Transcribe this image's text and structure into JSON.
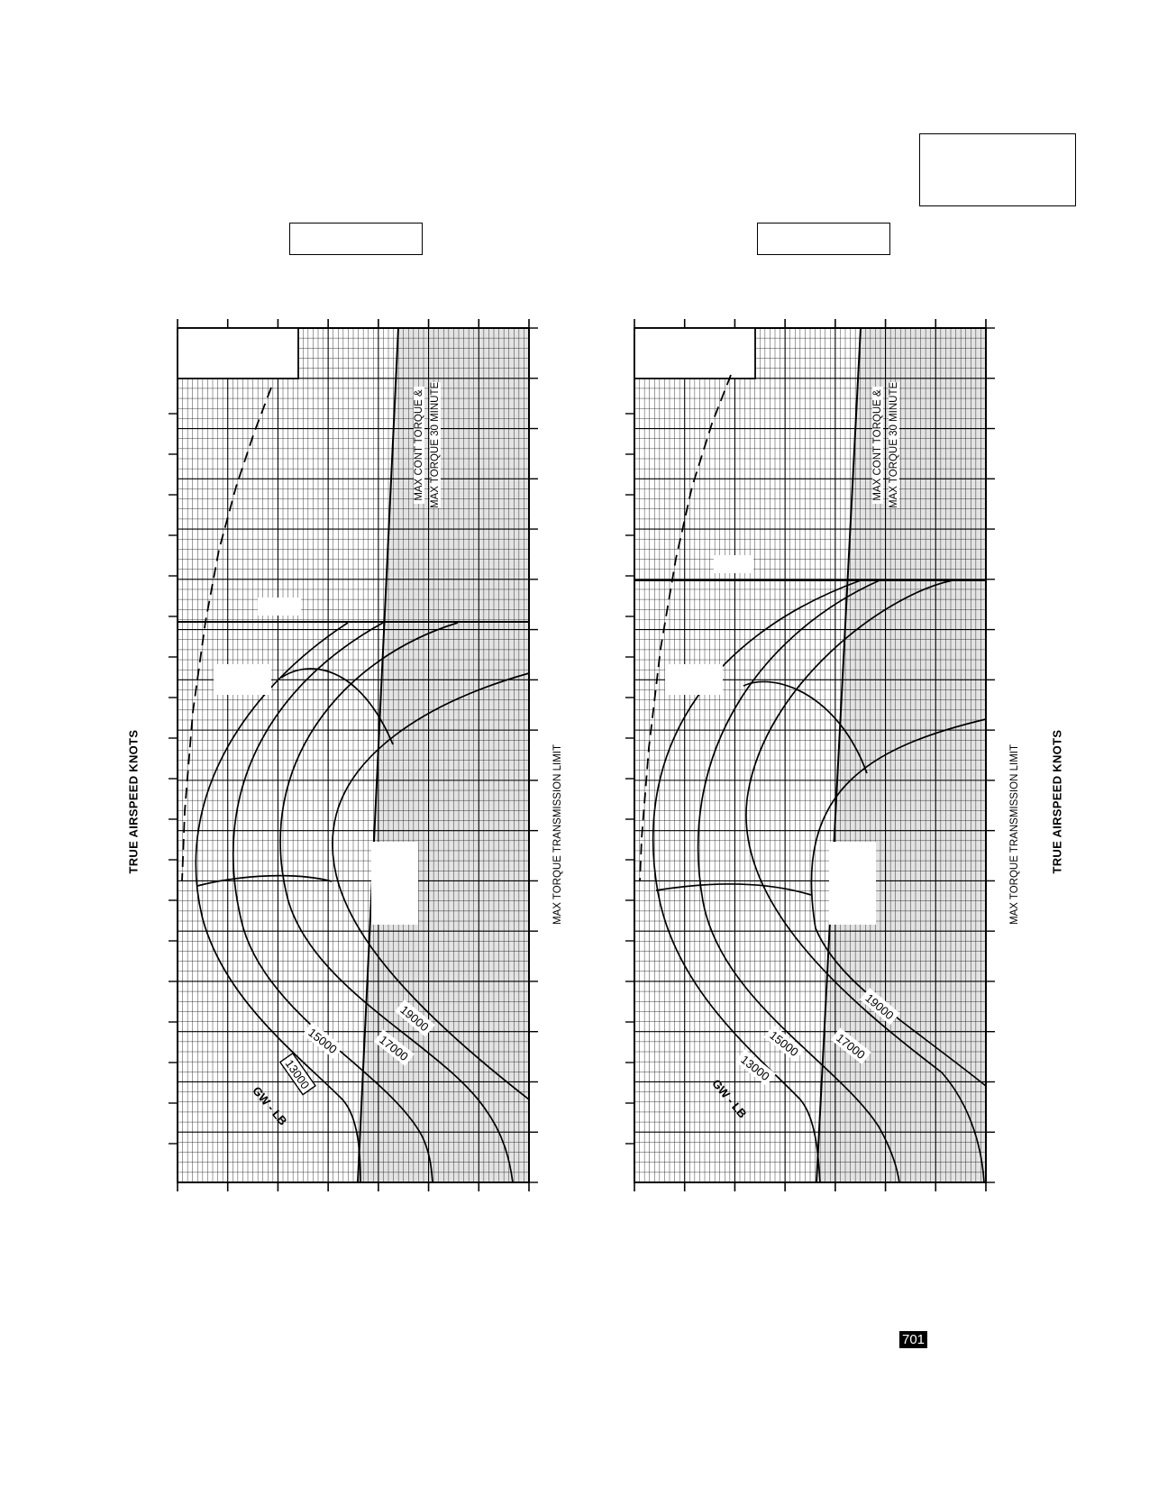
{
  "page": {
    "page_number": "701"
  },
  "axis_title": "TRUE AIRSPEED  KNOTS",
  "limit_labels": {
    "max_cont": "MAX CONT TORQUE &",
    "thirty_min": "MAX TORQUE  30 MINUTE",
    "transmission": "MAX TORQUE  TRANSMISSION LIMIT"
  },
  "gw_label": "GW - LB",
  "colors": {
    "grid": "#000000",
    "shade": "#e3e3e3",
    "ink": "#000000"
  },
  "chart_data": [
    {
      "type": "line",
      "panel": "left",
      "title": "",
      "axis_title": "TRUE AIRSPEED  KNOTS",
      "series": [
        {
          "name": "13000",
          "boxed": true
        },
        {
          "name": "15000"
        },
        {
          "name": "17000"
        },
        {
          "name": "19000"
        }
      ],
      "grid": true,
      "shaded_region": "right of transmission limit line"
    },
    {
      "type": "line",
      "panel": "right",
      "title": "",
      "axis_title": "TRUE AIRSPEED  KNOTS",
      "series": [
        {
          "name": "13000"
        },
        {
          "name": "15000"
        },
        {
          "name": "17000"
        },
        {
          "name": "19000"
        }
      ],
      "grid": true,
      "shaded_region": "right of transmission limit line"
    }
  ]
}
